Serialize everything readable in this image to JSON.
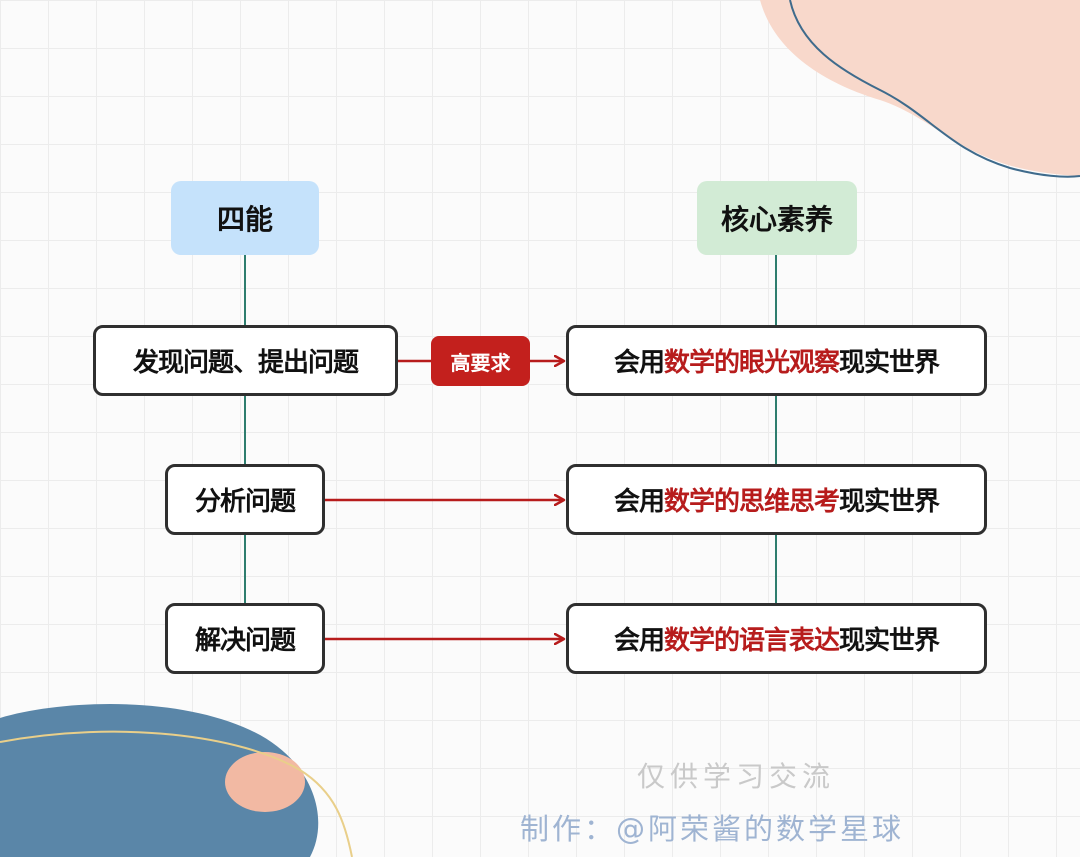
{
  "colors": {
    "connector": "#2e7d6e",
    "arrow": "#b71c1c",
    "highlight": "#b71c1c",
    "header_left_bg": "#c5e2fb",
    "header_right_bg": "#d2ebd5",
    "badge_bg": "#c3201d"
  },
  "headers": {
    "left": "四能",
    "right": "核心素养"
  },
  "abilities": [
    "发现问题、提出问题",
    "分析问题",
    "解决问题"
  ],
  "badge": "高要求",
  "literacies": [
    {
      "prefix": "会用",
      "highlight": "数学的眼光观察",
      "suffix": "现实世界"
    },
    {
      "prefix": "会用",
      "highlight": "数学的思维思考",
      "suffix": "现实世界"
    },
    {
      "prefix": "会用",
      "highlight": "数学的语言表达",
      "suffix": "现实世界"
    }
  ],
  "watermark": {
    "line1": "仅供学习交流",
    "line2": "制作：@阿荣酱的数学星球"
  }
}
